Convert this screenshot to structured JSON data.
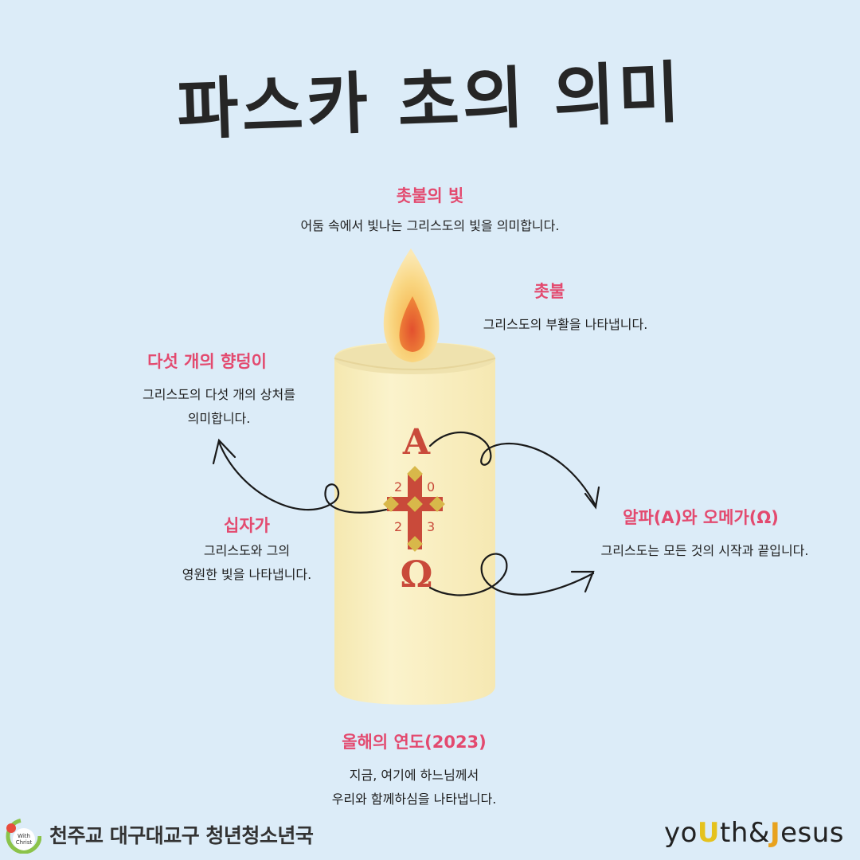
{
  "title": "파스카 초의 의미",
  "labels": {
    "flame_light": {
      "heading": "촛불의 빛",
      "text": "어둠 속에서 빛나는 그리스도의 빛을 의미합니다."
    },
    "flame": {
      "heading": "촛불",
      "text": "그리스도의 부활을 나타냅니다."
    },
    "incense": {
      "heading": "다섯 개의 향덩이",
      "line1": "그리스도의 다섯 개의 상처를",
      "line2": "의미합니다."
    },
    "cross": {
      "heading": "십자가",
      "line1": "그리스도와 그의",
      "line2": "영원한 빛을 나타냅니다."
    },
    "alpha_omega": {
      "heading": "알파(A)와 오메가(Ω)",
      "text": "그리스도는 모든 것의 시작과 끝입니다."
    },
    "year": {
      "heading": "올해의 연도(2023)",
      "line1": "지금, 여기에 하느님께서",
      "line2": "우리와 함께하심을 나타냅니다."
    }
  },
  "candle": {
    "alpha": "A",
    "omega": "Ω",
    "year_digits": [
      "2",
      "0",
      "2",
      "3"
    ]
  },
  "footer": {
    "logo_text_1": "With",
    "logo_text_2": "Christ",
    "org": "천주교 대구대교구 청년청소년국",
    "brand_a": "yo",
    "brand_u": "U",
    "brand_b": "th&",
    "brand_j": "J",
    "brand_c": "esus"
  },
  "colors": {
    "background": "#dcecf8",
    "heading": "#e34a6f",
    "candle": "#fbf2c6",
    "symbol": "#c94a3a",
    "grain": "#d8b84a"
  }
}
